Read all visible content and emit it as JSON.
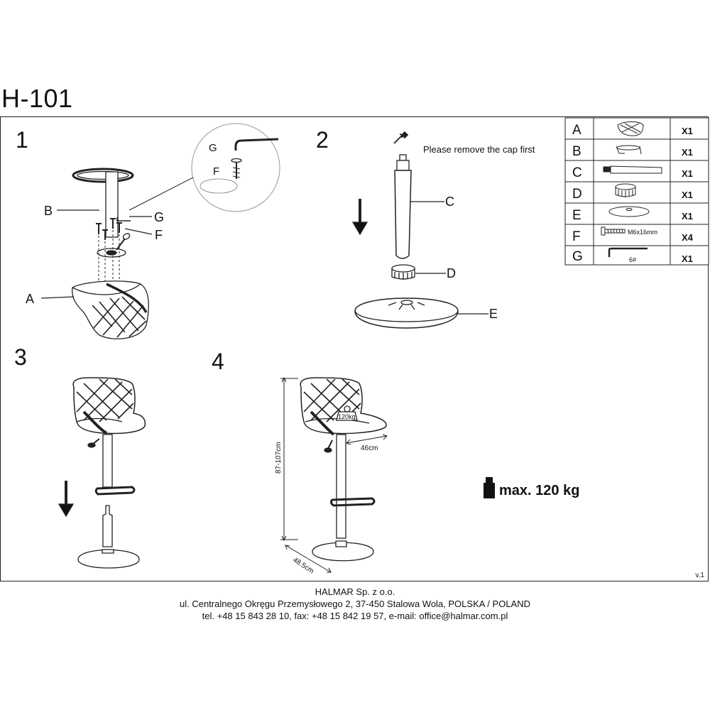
{
  "title": "H-101",
  "version": "v.1",
  "steps": [
    "1",
    "2",
    "3",
    "4"
  ],
  "step1": {
    "label_b": "B",
    "label_g": "G",
    "label_f": "F",
    "label_a": "A",
    "detail_g": "G",
    "detail_f": "F"
  },
  "step2": {
    "note": "Please remove the cap first",
    "label_c": "C",
    "label_d": "D",
    "label_e": "E"
  },
  "step4": {
    "height": "87-107cm",
    "width": "46cm",
    "depth": "48.5cm",
    "seat_load": "120kg"
  },
  "max_load": "max.  120 kg",
  "parts": [
    {
      "letter": "A",
      "qty": "X1",
      "icon": "seat-icon",
      "note": ""
    },
    {
      "letter": "B",
      "qty": "X1",
      "icon": "footrest-lever-icon",
      "note": ""
    },
    {
      "letter": "C",
      "qty": "X1",
      "icon": "gas-lift-icon",
      "note": ""
    },
    {
      "letter": "D",
      "qty": "X1",
      "icon": "ring-icon",
      "note": ""
    },
    {
      "letter": "E",
      "qty": "X1",
      "icon": "base-icon",
      "note": ""
    },
    {
      "letter": "F",
      "qty": "X4",
      "icon": "screw-icon",
      "note": "M6x16mm"
    },
    {
      "letter": "G",
      "qty": "X1",
      "icon": "allen-key-icon",
      "note": "6#"
    }
  ],
  "footer": {
    "company": "HALMAR Sp. z o.o.",
    "address": "ul. Centralnego Okręgu Przemysłowego 2, 37-450 Stalowa Wola, POLSKA / POLAND",
    "contact": "tel. +48 15 843 28 10, fax: +48 15 842 19 57, e-mail: office@halmar.com.pl"
  }
}
